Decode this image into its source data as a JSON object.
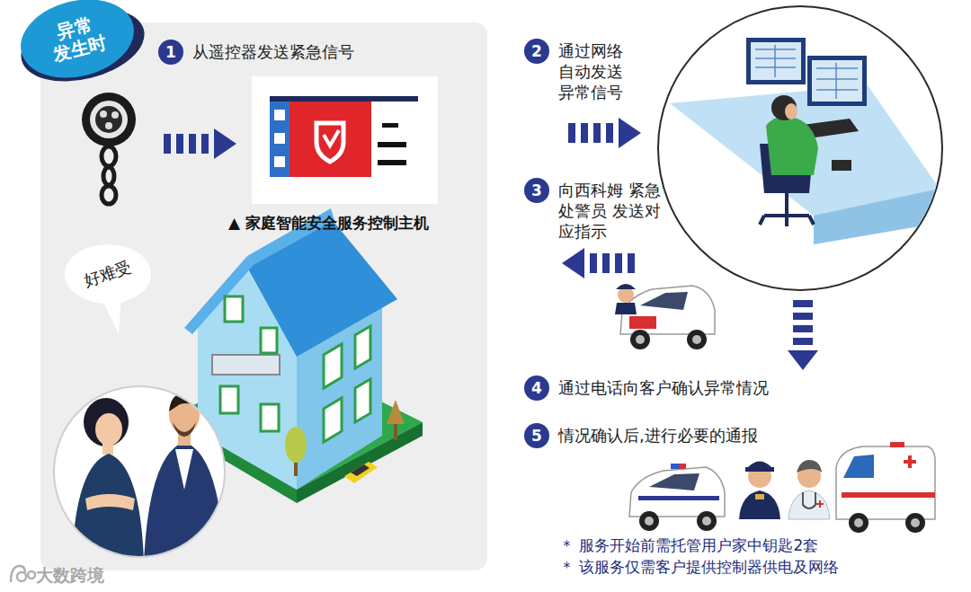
{
  "diagram": {
    "nodes": [
      {
        "text": [
          "异常 发生时"
        ]
      },
      {
        "text": [
          "1",
          "从遥控器发送紧急信号"
        ]
      },
      {
        "text": [
          "▲ 家庭智能安全服务控制主机"
        ]
      },
      {
        "text": [
          "好难受"
        ]
      },
      {
        "text": [
          "2",
          "通过网络 自动发送 异常信号"
        ]
      },
      {
        "text": [
          "3",
          "向西科姆 紧急处警员 发送对应指示"
        ]
      },
      {
        "text": [
          "4",
          "通过电话向客户确认异常情况"
        ]
      },
      {
        "text": [
          "5",
          "情况确认后,进行必要的通报"
        ]
      }
    ],
    "labels": [
      "＊ 服务开始前需托管用户家中钥匙2套",
      "＊ 该服务仅需客户提供控制器供电及网络",
      "大数跨境"
    ]
  }
}
